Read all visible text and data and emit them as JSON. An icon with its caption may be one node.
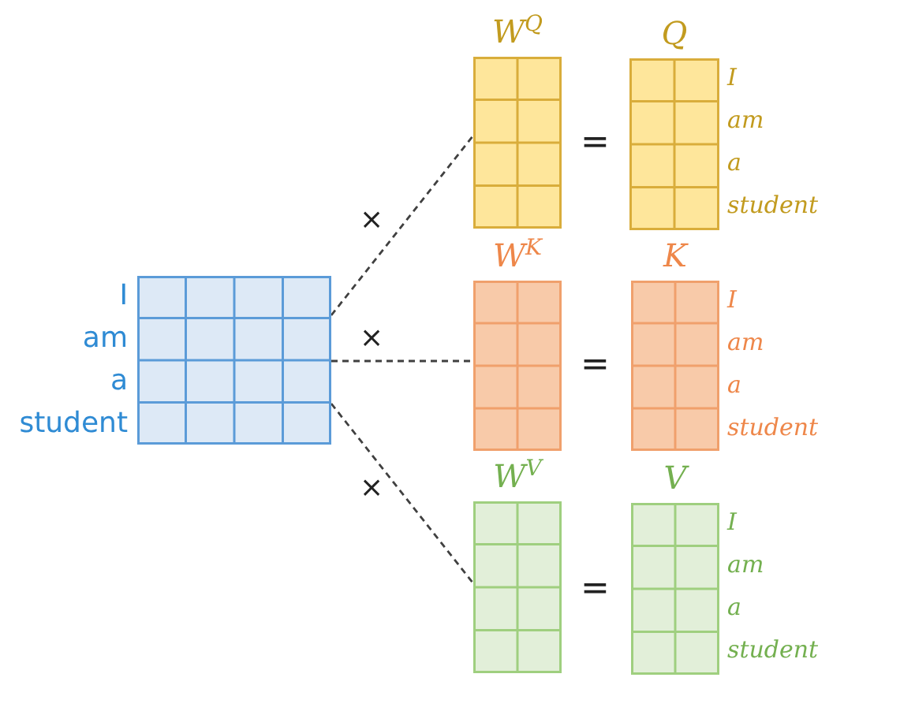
{
  "diagram": {
    "nodes": [
      {
        "text": [],
        "shape": "grid",
        "beside": [
          "I",
          "am",
          "a",
          "student"
        ]
      },
      {
        "text": [
          "W$^{Q}$"
        ]
      },
      {
        "text": [
          "Q"
        ],
        "beside": [
          "I",
          "am",
          "a",
          "student"
        ]
      },
      {
        "text": [
          "W$^{K}$"
        ]
      },
      {
        "text": [
          "K"
        ],
        "beside": [
          "I",
          "am",
          "a",
          "student"
        ]
      },
      {
        "text": [
          "W$^{V}$"
        ]
      },
      {
        "text": [
          "V"
        ],
        "beside": [
          "I",
          "am",
          "a",
          "student"
        ]
      }
    ],
    "edges": [
      {
        "from": 0,
        "to": 1,
        "arrow": "none",
        "style": "dashed"
      },
      {
        "from": 0,
        "to": 3,
        "arrow": "none",
        "style": "dashed"
      },
      {
        "from": 0,
        "to": 5,
        "arrow": "none",
        "style": "dashed"
      }
    ],
    "labels": [
      "=",
      "×",
      "×",
      "=",
      "×",
      "="
    ]
  }
}
